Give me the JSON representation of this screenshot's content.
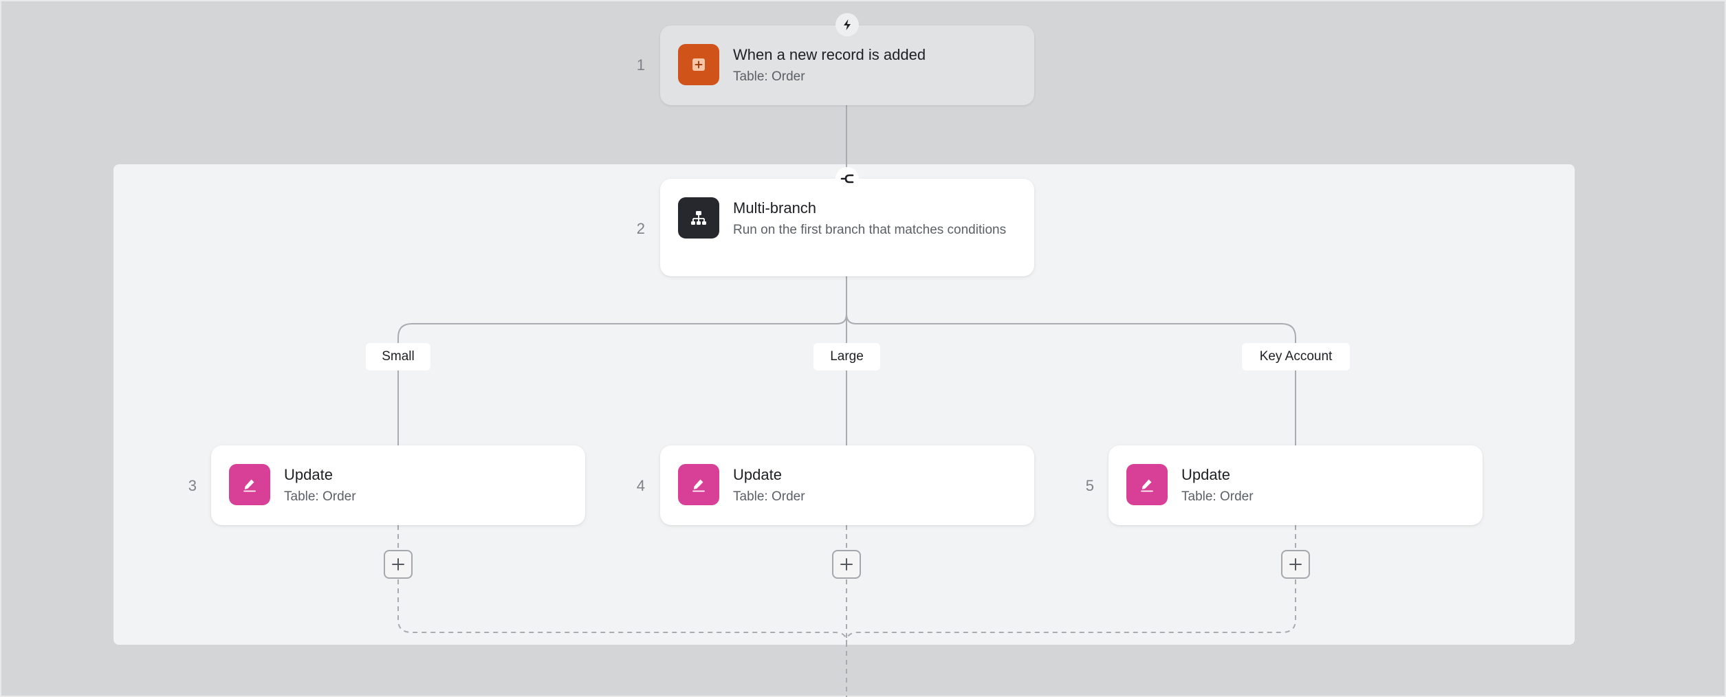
{
  "trigger": {
    "step": "1",
    "title": "When a new record is added",
    "subtitle": "Table: Order",
    "badge_icon": "lightning-icon",
    "icon": "plus-square-icon",
    "icon_color": "#d0531a"
  },
  "branch": {
    "step": "2",
    "title": "Multi-branch",
    "subtitle": "Run on the first branch that matches conditions",
    "badge_icon": "branch-split-icon",
    "icon": "sitemap-icon",
    "icon_color": "#26282e"
  },
  "branches": [
    {
      "label": "Small",
      "step": "3",
      "title": "Update",
      "subtitle": "Table: Order"
    },
    {
      "label": "Large",
      "step": "4",
      "title": "Update",
      "subtitle": "Table: Order"
    },
    {
      "label": "Key Account",
      "step": "5",
      "title": "Update",
      "subtitle": "Table: Order"
    }
  ],
  "action_icon": "pencil-icon",
  "action_icon_color": "#d83f96",
  "add_icon": "plus-icon"
}
